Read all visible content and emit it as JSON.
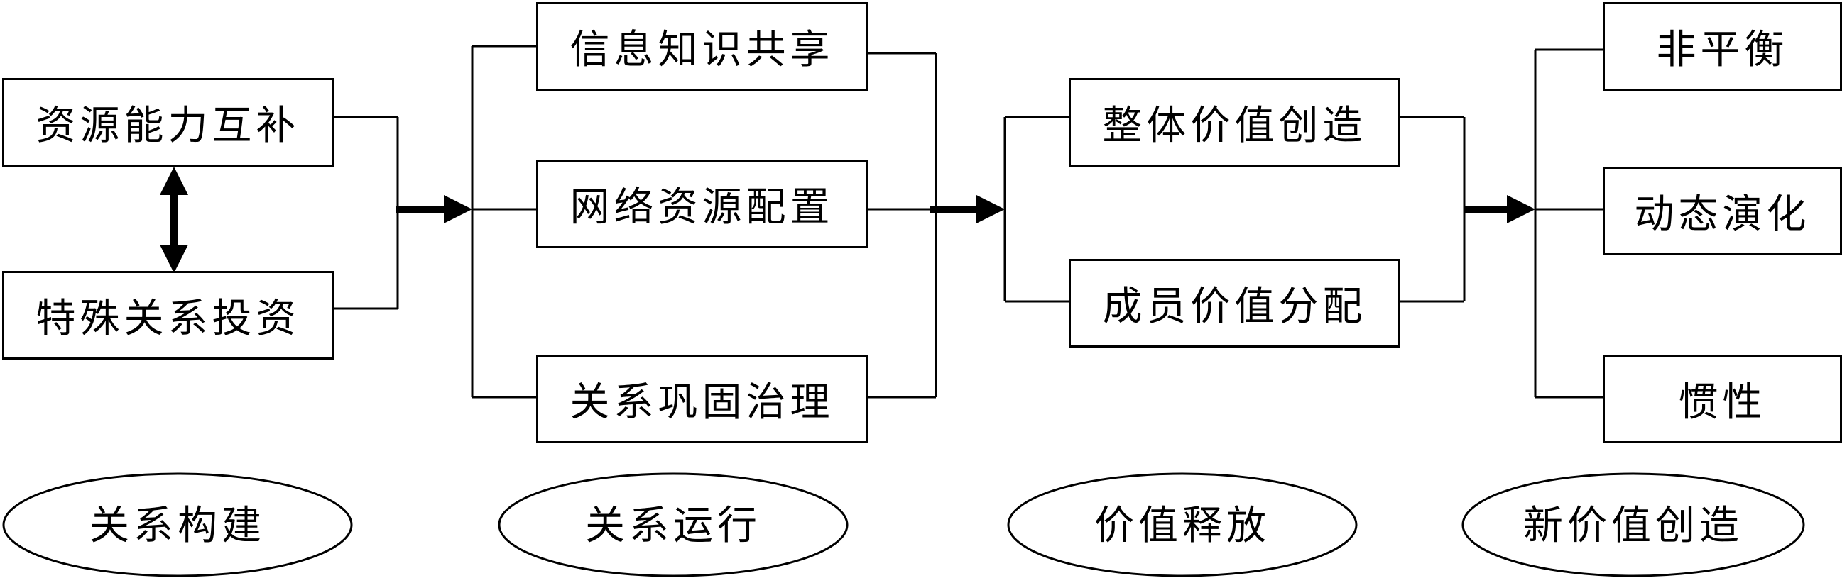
{
  "stage1": {
    "items": [
      "资源能力互补",
      "特殊关系投资"
    ],
    "label": "关系构建"
  },
  "stage2": {
    "items": [
      "信息知识共享",
      "网络资源配置",
      "关系巩固治理"
    ],
    "label": "关系运行"
  },
  "stage3": {
    "items": [
      "整体价值创造",
      "成员价值分配"
    ],
    "label": "价值释放"
  },
  "stage4": {
    "items": [
      "非平衡",
      "动态演化",
      "惯性"
    ],
    "label": "新价值创造"
  }
}
